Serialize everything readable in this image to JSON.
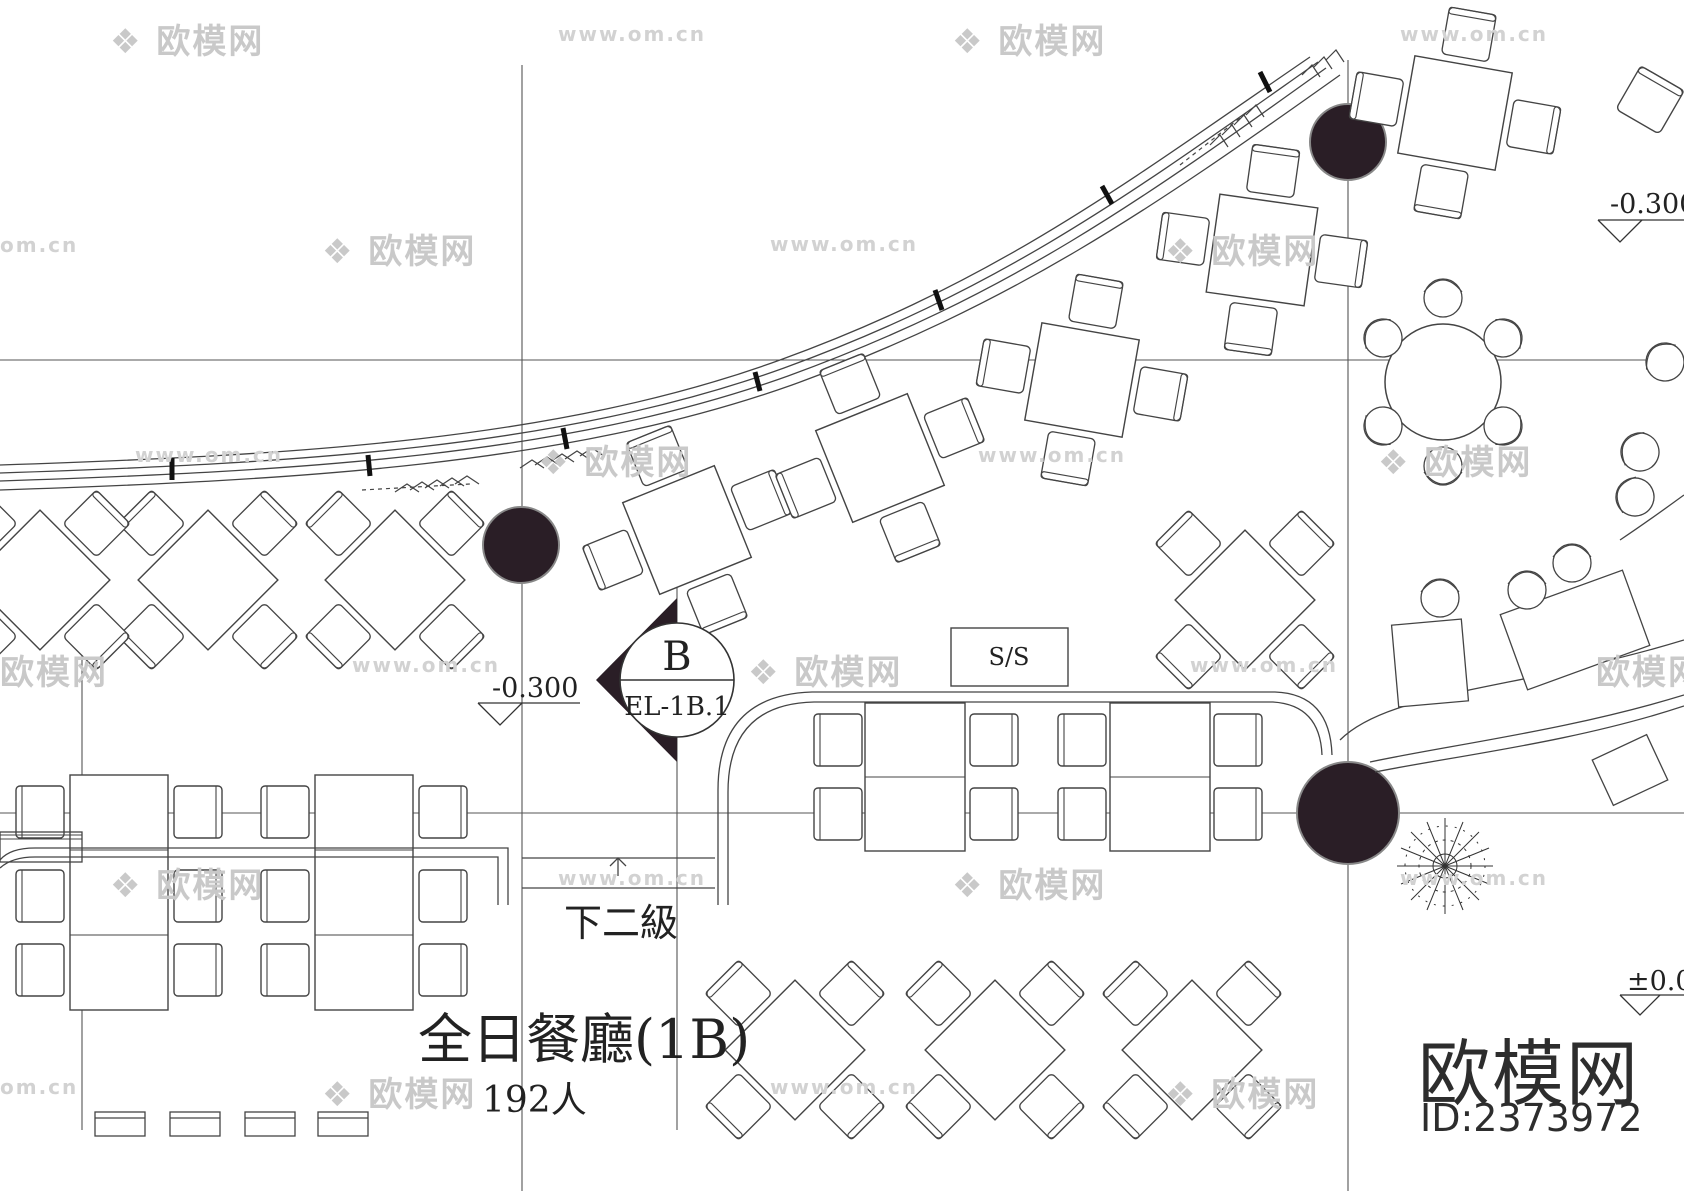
{
  "room": {
    "name": "全日餐廳(1B)",
    "capacity": "192人"
  },
  "levels": {
    "left": "-0.300",
    "top_right": "-0.300",
    "bottom_right": "±0.0"
  },
  "section_marker": {
    "letter": "B",
    "ref": "EL-1B.1"
  },
  "service_station": "S/S",
  "steps_note": "下二級",
  "watermark": {
    "brand": "欧模网",
    "url": "www.om.cn",
    "url_short": "om.cn",
    "fragment": "欧模网"
  },
  "brand_mark": {
    "name": "欧模网",
    "id": "ID:2373972"
  },
  "colors": {
    "line": "#333333",
    "column_fill": "#2a1e26",
    "watermark": "#c9c9c9"
  }
}
